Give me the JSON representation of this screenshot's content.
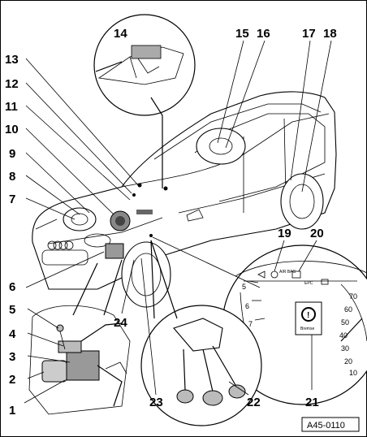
{
  "callouts": [
    "1",
    "2",
    "3",
    "4",
    "5",
    "6",
    "7",
    "8",
    "9",
    "10",
    "11",
    "12",
    "13",
    "14",
    "15",
    "16",
    "17",
    "18",
    "19",
    "20",
    "21",
    "22",
    "23",
    "24"
  ],
  "figure_id": "A45-0110",
  "cluster": {
    "label_epc": "EPC",
    "label_brake": "Bremse",
    "speedo_marks": [
      "70",
      "60",
      "50",
      "40",
      "30",
      "20",
      "10"
    ],
    "tacho_marks": [
      "5",
      "6",
      "7"
    ]
  },
  "badge_text": "AIR BAG"
}
